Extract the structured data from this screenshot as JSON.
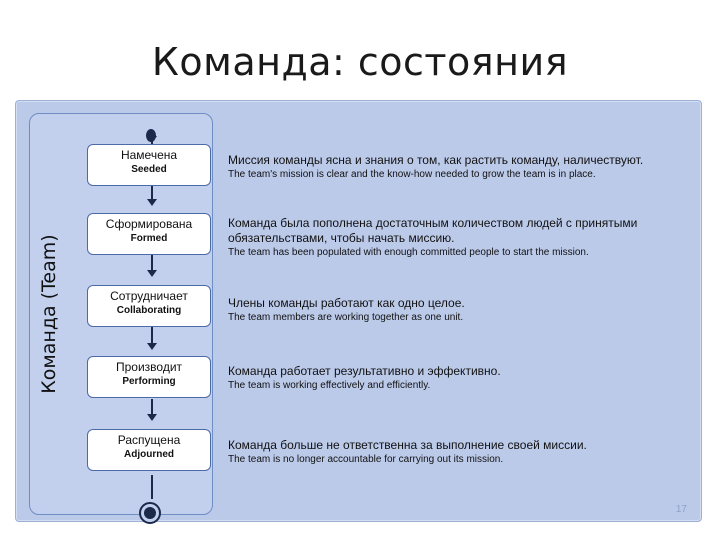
{
  "slide": {
    "title": "Команда: состояния",
    "page_number": "17"
  },
  "lane": {
    "label": "Команда (Team)"
  },
  "states": [
    {
      "ru": "Намечена",
      "en": "Seeded",
      "desc_ru": "Миссия команды ясна и знания о том, как растить команду, наличествуют.",
      "desc_en": "The team's mission is clear and the know-how needed to grow the team is in place."
    },
    {
      "ru": "Сформирована",
      "en": "Formed",
      "desc_ru": "Команда была пополнена достаточным количеством людей с принятыми обязательствами, чтобы начать миссию.",
      "desc_en": "The team has been populated with enough committed people to start the mission."
    },
    {
      "ru": "Сотрудничает",
      "en": "Collaborating",
      "desc_ru": "Члены команды работают как одно целое.",
      "desc_en": "The team members are working together as one unit."
    },
    {
      "ru": "Производит",
      "en": "Performing",
      "desc_ru": "Команда работает результативно и эффективно.",
      "desc_en": "The team is working effectively and efficiently."
    },
    {
      "ru": "Распущена",
      "en": "Adjourned",
      "desc_ru": "Команда больше не ответственна за выполнение своей миссии.",
      "desc_en": "The team is no longer accountable for carrying out its mission."
    }
  ]
}
